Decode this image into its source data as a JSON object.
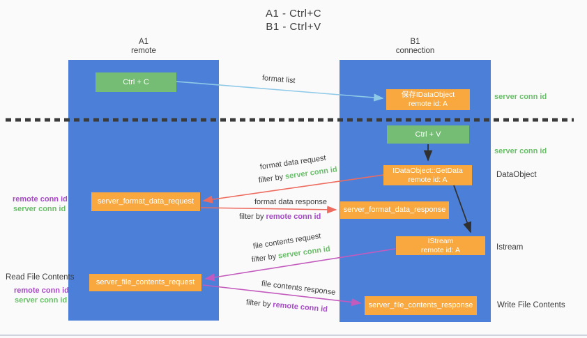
{
  "title": {
    "line1": "A1 - Ctrl+C",
    "line2": "B1 - Ctrl+V"
  },
  "lanes": {
    "a1": {
      "name": "A1",
      "subtitle": "remote"
    },
    "b1": {
      "name": "B1",
      "subtitle": "connection"
    }
  },
  "nodes": {
    "ctrl_c": {
      "label": "Ctrl + C"
    },
    "save_dataobject": {
      "line1": "保存IDataObject",
      "line2": "remote id: A"
    },
    "ctrl_v": {
      "label": "Ctrl + V"
    },
    "getdata": {
      "line1": "IDataObject::GetData",
      "line2": "remote id: A"
    },
    "format_request": {
      "label": "server_format_data_request"
    },
    "format_response": {
      "label": "server_format_data_response"
    },
    "istream": {
      "line1": "IStream",
      "line2": "remote id: A"
    },
    "file_request": {
      "label": "server_file_contents_request"
    },
    "file_response": {
      "label": "server_file_contents_response"
    }
  },
  "edge_labels": {
    "format_list": "format list",
    "format_data_request": "format data request",
    "format_data_response": "format data response",
    "file_contents_request": "file contents request",
    "file_contents_response": "file contents response",
    "filter_by": "filter by",
    "server_conn_id": "server conn id",
    "remote_conn_id": "remote conn id"
  },
  "side_labels": {
    "remote_conn_id": "remote conn id",
    "server_conn_id": "server conn id",
    "read_file_contents": "Read File Contents",
    "write_file_contents": "Write File Contents",
    "dataobject": "DataObject",
    "istream": "Istream"
  },
  "colors": {
    "lane_blue": "#4C80D8",
    "node_green": "#75BD75",
    "node_orange": "#F8A83E",
    "arrow_blue": "#8FC9E8",
    "arrow_red": "#EE6B5F",
    "arrow_magenta": "#C35BBE",
    "arrow_black": "#303030",
    "label_green": "#6ABF69",
    "label_purple": "#A64AC5",
    "text_dark": "#3B3B3B",
    "background": "#FAFAFA"
  }
}
